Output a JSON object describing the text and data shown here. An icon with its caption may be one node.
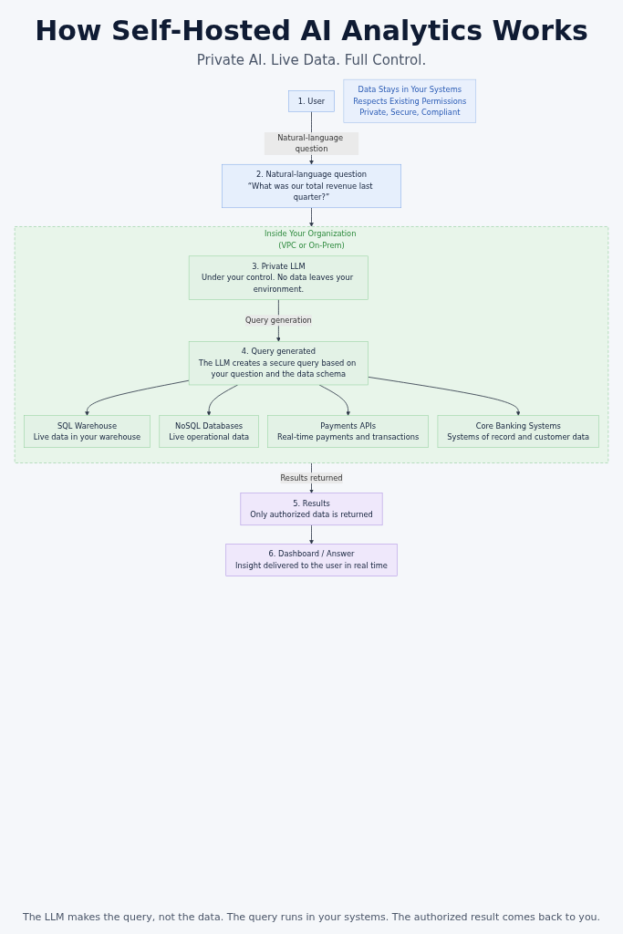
{
  "diagram": {
    "title": "How Self-Hosted AI Analytics Works",
    "caption": "The LLM makes the query, not the data. The query runs in your systems. The authorized result comes back to you.",
    "nodes": [
      {
        "text": [
          "1. User"
        ]
      },
      {
        "text": [
          "2. Natural-language question",
          "“What was our total revenue last quarter?”"
        ]
      },
      {
        "text": [
          "Inside Your Organization (VPC or On-Prem)"
        ]
      },
      {
        "text": [
          "3. Private LLM",
          "Under your control. No data leaves your environment."
        ],
        "in": 2
      },
      {
        "text": [
          "4. Query generated",
          "The LLM creates a secure query based on your question and the data schema"
        ],
        "in": 2
      },
      {
        "text": [
          "SQL Warehouse",
          "Live data in your warehouse"
        ],
        "in": 2
      },
      {
        "text": [
          "NoSQL Databases",
          "Live operational data"
        ],
        "in": 2
      },
      {
        "text": [
          "Payments APIs",
          "Real-time payments and transactions"
        ],
        "in": 2
      },
      {
        "text": [
          "Core Banking Systems",
          "Systems of record and customer data"
        ],
        "in": 2
      },
      {
        "text": [
          "5. Results",
          "Only authorized data is returned"
        ]
      },
      {
        "text": [
          "6. Dashboard / Answer",
          "Insight delivered to the user in real time"
        ]
      },
      {
        "text": [
          "Data Stays in Your Systems",
          "Respects Existing Permissions",
          "Private, Secure, Compliant"
        ]
      }
    ],
    "edges": [
      {
        "from": 0,
        "to": 1,
        "arrow": "to",
        "label": "Natural-language question"
      },
      {
        "from": 1,
        "to": 2,
        "arrow": "to"
      },
      {
        "from": 3,
        "to": 4,
        "arrow": "to",
        "label": "Query generation"
      },
      {
        "from": 4,
        "to": 5,
        "arrow": "to"
      },
      {
        "from": 4,
        "to": 6,
        "arrow": "to"
      },
      {
        "from": 4,
        "to": 7,
        "arrow": "to"
      },
      {
        "from": 4,
        "to": 8,
        "arrow": "to"
      },
      {
        "from": 2,
        "to": 9,
        "arrow": "to",
        "label": "Results returned"
      },
      {
        "from": 9,
        "to": 10,
        "arrow": "to"
      }
    ],
    "labels": [
      "Private AI. Live Data. Full Control."
    ]
  }
}
